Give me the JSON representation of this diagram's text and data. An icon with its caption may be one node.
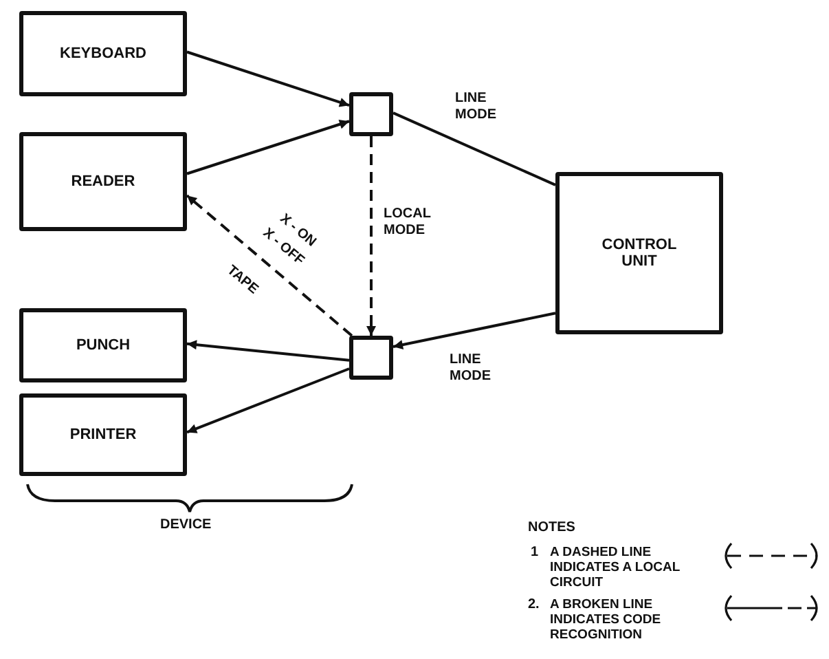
{
  "diagram": {
    "nodes": [
      {
        "text": [
          "KEYBOARD"
        ]
      },
      {
        "text": [
          "READER"
        ]
      },
      {
        "text": [
          "PUNCH"
        ]
      },
      {
        "text": [
          "PRINTER"
        ]
      },
      {
        "text": [],
        "shape": "box"
      },
      {
        "text": [
          "CONTROL UNIT"
        ]
      },
      {
        "text": [],
        "shape": "box"
      }
    ],
    "edges": [
      {
        "from": 0,
        "to": 4,
        "arrow": "to"
      },
      {
        "from": 1,
        "to": 4,
        "arrow": "to"
      },
      {
        "from": 4,
        "to": 5,
        "arrow": "none",
        "label": "LINE MODE"
      },
      {
        "from": 4,
        "to": 6,
        "arrow": "to",
        "style": "dashed",
        "label": "LOCAL MODE"
      },
      {
        "from": 5,
        "to": 6,
        "arrow": "to",
        "label": "LINE MODE"
      },
      {
        "from": 6,
        "to": 2,
        "arrow": "to"
      },
      {
        "from": 6,
        "to": 3,
        "arrow": "to"
      },
      {
        "from": 6,
        "to": 1,
        "arrow": "to",
        "style": "dashed"
      }
    ],
    "labels": [
      "X - ON",
      "X - OFF",
      "TAPE",
      "DEVICE",
      "NOTES",
      "1",
      "2."
    ],
    "legend": [
      {
        "text": "A DASHED LINE INDICATES A LOCAL CIRCUIT"
      },
      {
        "text": "A BROKEN LINE INDICATES CODE RECOGNITION"
      }
    ]
  }
}
